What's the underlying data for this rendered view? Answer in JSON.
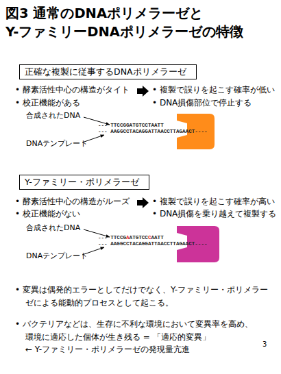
{
  "diagram": {
    "title": "図3 通常のDNAポリメラーゼと Y-ファミリーDNAポリメラーゼの特徴",
    "nodes": [
      {
        "text": [
          "正確な複製に従事するDNAポリメラーゼ"
        ]
      },
      {
        "text": [
          "Y-ファミリー・ポリメラーゼ"
        ]
      }
    ],
    "labels": [
      "• 酵素活性中心の構造がタイト",
      "• 校正機能がある",
      "• 複製で誤りを起こす確率が低い",
      "• DNA損傷部位で停止する",
      "合成されたDNA",
      "--- TTCCGGATGTCCTAATT",
      "--- AAGGCCTACAGGATTAACCTTAGAACT----",
      "DNAテンプレート",
      "• 酵素活性中心の構造がルーズ",
      "• 校正機能がない",
      "• 複製で誤りを起こす確率が高い",
      "• DNA損傷を乗り越えて複製する",
      "合成されたDNA",
      "--- TTCCGAATGTCCCAATT",
      "--- AAGGCCTACAGGATTAACCTTAGAACT----",
      "DNAテンプレート",
      "• 変異は偶発的エラーとしてだけでなく、Y-ファミリー・ポリメラー ゼによる能動的プロセスとして起こる。",
      "• バクテリアなどは、生存に不利な環境において変異率を高め、 環境に適応した個体が生き残る = 「適応的変異」",
      "← Y-ファミリー・ポリメラーゼの発現量亢進",
      "3"
    ]
  }
}
